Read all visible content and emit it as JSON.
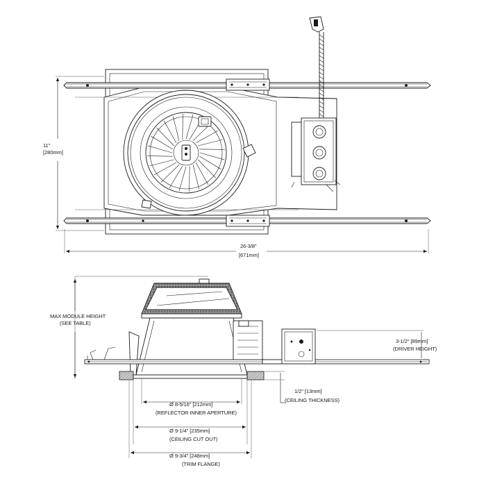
{
  "top_view": {
    "height_dim": {
      "imperial": "11\"",
      "metric": "[280mm]"
    },
    "width_dim": {
      "imperial": "26-3/8\"",
      "metric": "[671mm]"
    }
  },
  "side_view": {
    "max_module_height": {
      "line1": "MAX MODULE HEIGHT",
      "line2": "(SEE TABLE)"
    },
    "driver_height": {
      "line1": "3-1/2\" [89mm]",
      "line2": "(DRIVER HEIGHT)"
    },
    "ceiling_thickness": {
      "line1": "1/2\" [13mm]",
      "line2": "(CEILING THICKNESS)"
    },
    "reflector_aperture": {
      "line1": "Ø 8-5/16\" [212mm]",
      "line2": "(REFLECTOR INNER APERTURE)"
    },
    "ceiling_cutout": {
      "line1": "Ø 9-1/4\" [235mm]",
      "line2": "(CEILING CUT OUT)"
    },
    "trim_flange": {
      "line1": "Ø 9-3/4\" [248mm]",
      "line2": "(TRIM FLANGE)"
    }
  }
}
